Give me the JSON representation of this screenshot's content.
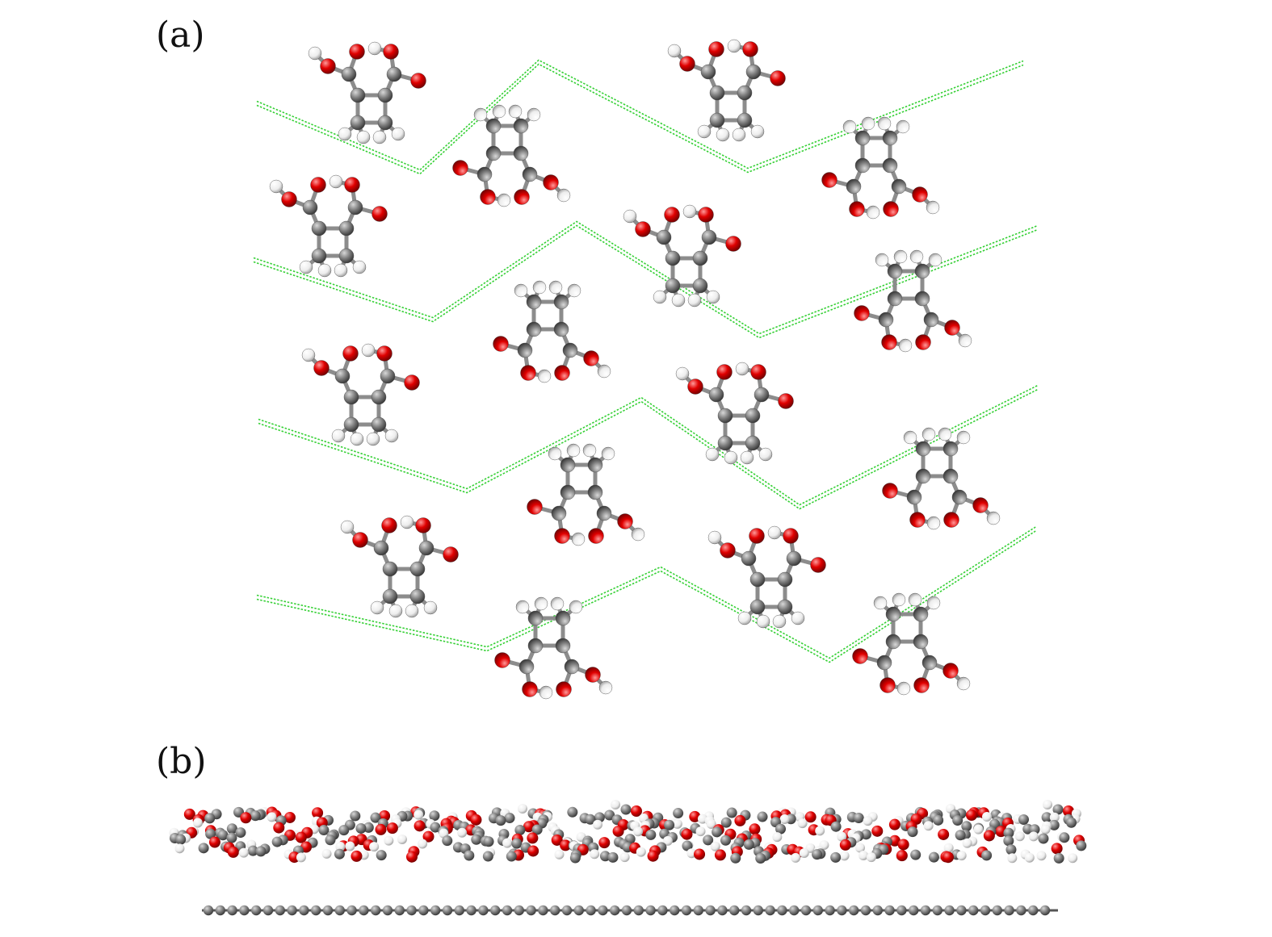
{
  "figure": {
    "panel_a_label": "(a)",
    "panel_b_label": "(b)"
  },
  "colors": {
    "carbon": "#7a7a7a",
    "oxygen": "#e00000",
    "hydrogen": "#f4f4f4",
    "bond": "#8c8c8c",
    "hbond_outline": "#35d035",
    "substrate": "#707070"
  },
  "molecule": {
    "name_icon": "cyclobutene-dicarboxylic-acid-molecule",
    "atom_types": [
      "C",
      "O",
      "H"
    ]
  }
}
